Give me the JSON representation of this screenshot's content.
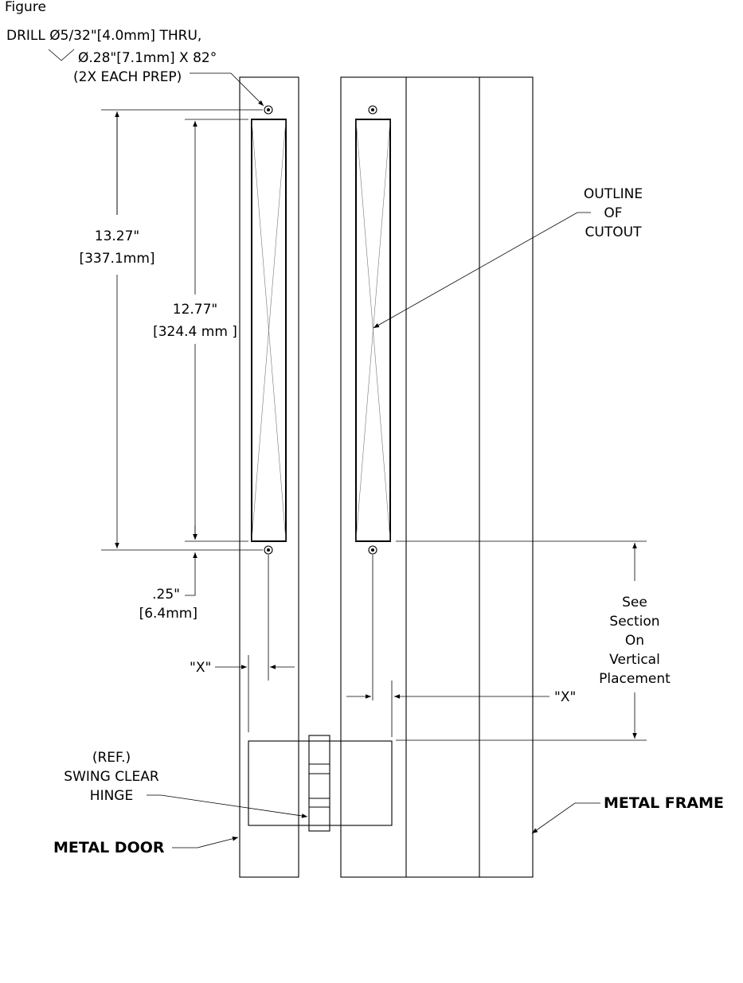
{
  "figure_label": "Figure",
  "labels": {
    "drill_line1": "DRILL Ø5/32\"[4.0mm] THRU,",
    "drill_line2": "Ø.28\"[7.1mm] X 82°",
    "drill_line3": "(2X EACH PREP)",
    "dim_overall_in": "13.27\"",
    "dim_overall_mm": "[337.1mm]",
    "dim_cutout_in": "12.77\"",
    "dim_cutout_mm": "[324.4 mm ]",
    "dim_offset_in": ".25\"",
    "dim_offset_mm": "[6.4mm]",
    "x_left": "\"X\"",
    "x_right": "\"X\"",
    "outline_line1": "OUTLINE",
    "outline_line2": "OF",
    "outline_line3": "CUTOUT",
    "section_line1": "See",
    "section_line2": "Section",
    "section_line3": "On",
    "section_line4": "Vertical",
    "section_line5": "Placement",
    "hinge_line1": "(REF.)",
    "hinge_line2": "SWING CLEAR",
    "hinge_line3": "HINGE",
    "metal_door": "METAL DOOR",
    "metal_frame": "METAL FRAME"
  }
}
